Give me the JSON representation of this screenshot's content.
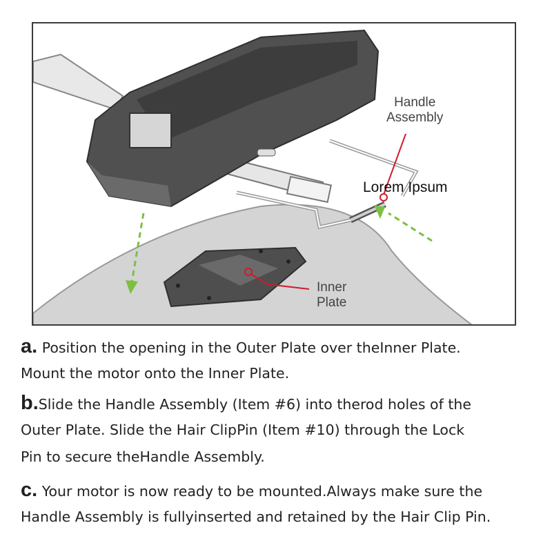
{
  "figure": {
    "callouts": {
      "handle_assembly": [
        "Handle",
        "Assembly"
      ],
      "inner_plate": [
        "Inner",
        "Plate"
      ]
    },
    "overlay_text": "Lorem Ipsum",
    "colors": {
      "callout_line": "#d11a2a",
      "arrow": "#7cc043",
      "motor": "#4a4a4a",
      "plate": "#cfcfcf"
    }
  },
  "steps": [
    {
      "letter": "a.",
      "lines": [
        " Position the opening in the Outer Plate over theInner Plate.",
        "Mount the motor onto the Inner Plate."
      ]
    },
    {
      "letter": "b.",
      "lines": [
        "Slide the Handle Assembly (Item #6) into therod holes of the",
        "Outer Plate. Slide the Hair ClipPin (Item #10) through the Lock",
        "Pin to secure theHandle Assembly."
      ]
    },
    {
      "letter": "c.",
      "lines": [
        " Your motor is now ready to be mounted.Always make sure the",
        "Handle Assembly is fullyinserted and retained by the Hair Clip Pin."
      ]
    }
  ]
}
